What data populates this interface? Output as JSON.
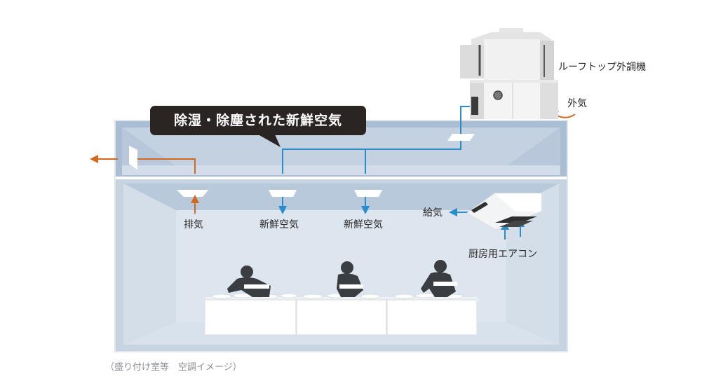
{
  "callout": "除湿・除塵された新鮮空気",
  "labels": {
    "rooftop_unit": "ルーフトップ外調機",
    "outside_air": "外気",
    "exhaust": "排気",
    "fresh_air_1": "新鮮空気",
    "fresh_air_2": "新鮮空気",
    "supply_air": "給気",
    "kitchen_ac": "厨房用エアコン"
  },
  "caption": "（盛り付け室等　空調イメージ）",
  "colors": {
    "fresh_air_arrow": "#2a8ccb",
    "exhaust_arrow": "#d2691e",
    "room_fill": "#c9d6e4",
    "ceiling_fill": "#a9bdd3",
    "callout_bg": "#2a2423"
  },
  "icons": {
    "rooftop_unit": "rooftop-air-handler-icon",
    "kitchen_ac": "ceiling-air-conditioner-icon",
    "workers": "worker-silhouette-icon"
  }
}
